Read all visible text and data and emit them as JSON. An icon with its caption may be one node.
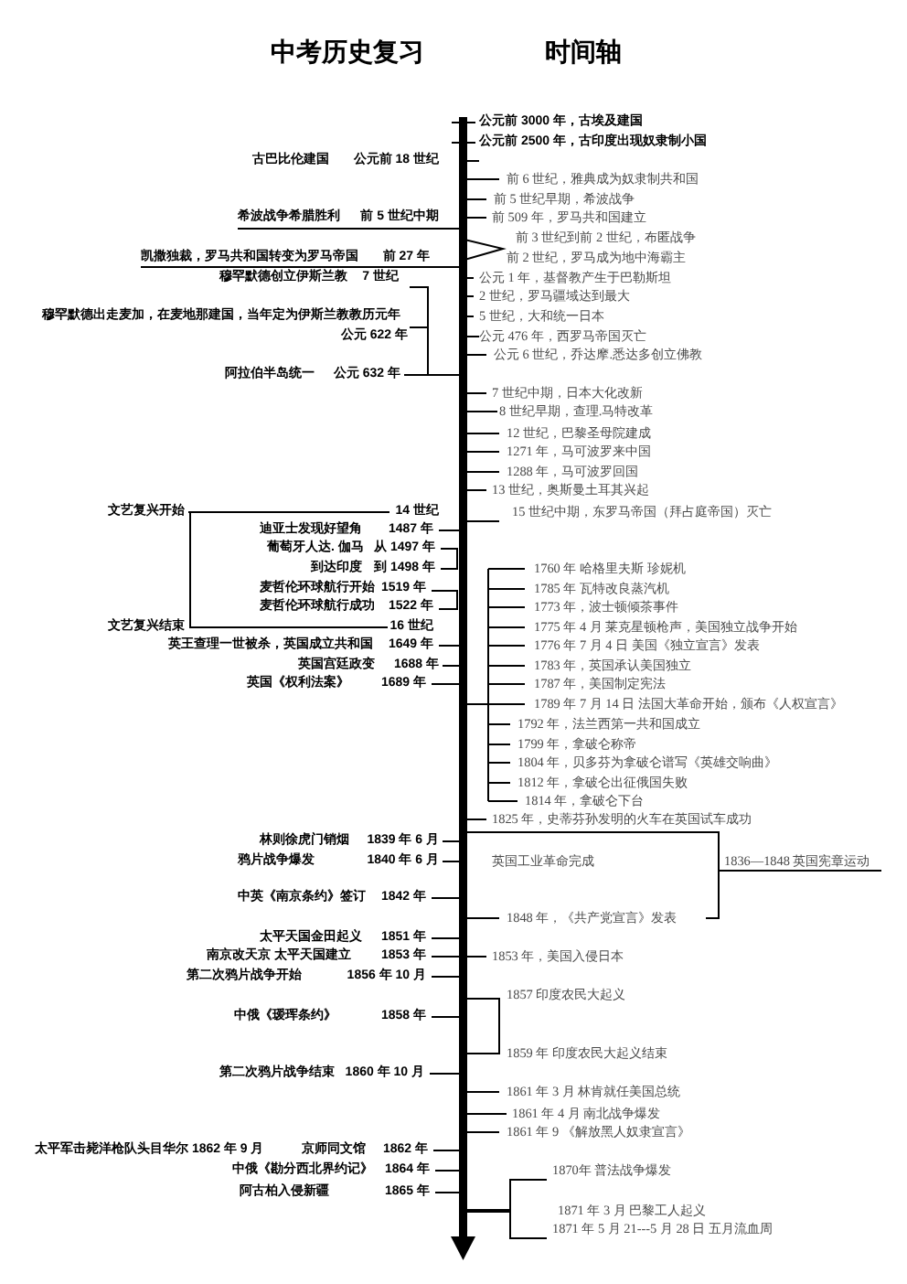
{
  "diagram": {
    "title": "中考历史复习 时间轴",
    "labels": [
      "公元前 3000 年，古埃及建国",
      "公元前 2500 年，古印度出现奴隶制小国",
      "古巴比伦建国",
      "公元前 18 世纪",
      "前 6 世纪，雅典成为奴隶制共和国",
      "前 5 世纪早期，希波战争",
      "希波战争希腊胜利",
      "前 5 世纪中期",
      "前 509 年，罗马共和国建立",
      "前 3 世纪到前 2 世纪，布匿战争",
      "凯撒独裁，罗马共和国转变为罗马帝国",
      "前 27 年",
      "前 2 世纪，罗马成为地中海霸主",
      "穆罕默德创立伊斯兰教",
      "7 世纪",
      "公元 1 年，基督教产生于巴勒斯坦",
      "2 世纪，罗马疆域达到最大",
      "穆罕默德出走麦加，在麦地那建国，当年定为伊斯兰教教历元年",
      "5 世纪，大和统一日本",
      "公元 622 年",
      "公元 476 年，西罗马帝国灭亡",
      "公元 6 世纪，乔达摩.悉达多创立佛教",
      "阿拉伯半岛统一",
      "公元 632 年",
      "7 世纪中期，日本大化改新",
      "8 世纪早期，查理.马特改革",
      "12 世纪，巴黎圣母院建成",
      "1271 年，马可波罗来中国",
      "1288 年，马可波罗回国",
      "13 世纪，奥斯曼土耳其兴起",
      "文艺复兴开始",
      "14 世纪",
      "15 世纪中期，东罗马帝国（拜占庭帝国）灭亡",
      "迪亚士发现好望角",
      "1487 年",
      "葡萄牙人达. 伽马",
      "从 1497 年",
      "到达印度",
      "到 1498 年",
      "1760 年 哈格里夫斯 珍妮机",
      "麦哲伦环球航行开始",
      "1519 年",
      "1785 年 瓦特改良蒸汽机",
      "麦哲伦环球航行成功",
      "1522 年",
      "1773 年，波士顿倾茶事件",
      "文艺复兴结束",
      "16 世纪",
      "1775 年 4 月 莱克星顿枪声，美国独立战争开始",
      "英王查理一世被杀，英国成立共和国",
      "1649 年",
      "1776 年 7 月 4 日 美国《独立宣言》发表",
      "英国宫廷政变",
      "1688 年",
      "1783 年，英国承认美国独立",
      "英国《权利法案》",
      "1689 年",
      "1787 年，美国制定宪法",
      "1789 年 7 月 14 日 法国大革命开始，颁布《人权宣言》",
      "1792 年，法兰西第一共和国成立",
      "1799 年，拿破仑称帝",
      "1804 年，贝多芬为拿破仑谱写《英雄交响曲》",
      "1812 年，拿破仑出征俄国失败",
      "1814 年，拿破仑下台",
      "1825 年，史蒂芬孙发明的火车在英国试车成功",
      "林则徐虎门销烟",
      "1839 年 6 月",
      "鸦片战争爆发",
      "1840 年 6 月",
      "英国工业革命完成",
      "1836—1848 英国宪章运动",
      "中英《南京条约》签订",
      "1842 年",
      "1848 年，《共产党宣言》发表",
      "太平天国金田起义",
      "1851 年",
      "南京改天京 太平天国建立",
      "1853 年",
      "1853 年，美国入侵日本",
      "第二次鸦片战争开始",
      "1856 年 10 月",
      "1857 印度农民大起义",
      "中俄《瑷珲条约》",
      "1858 年",
      "1859 年 印度农民大起义结束",
      "第二次鸦片战争结束",
      "1860 年 10 月",
      "1861 年 3 月 林肯就任美国总统",
      "1861 年 4 月 南北战争爆发",
      "1861 年 9 《解放黑人奴隶宣言》",
      "太平军击毙洋枪队头目华尔 1862 年 9 月",
      "京师同文馆",
      "1862 年",
      "中俄《勘分西北界约记》",
      "1864 年",
      "1870年 普法战争爆发",
      "阿古柏入侵新疆",
      "1865 年",
      "1871 年 3 月 巴黎工人起义",
      "1871 年 5 月 21---5 月 28 日 五月流血周"
    ]
  }
}
